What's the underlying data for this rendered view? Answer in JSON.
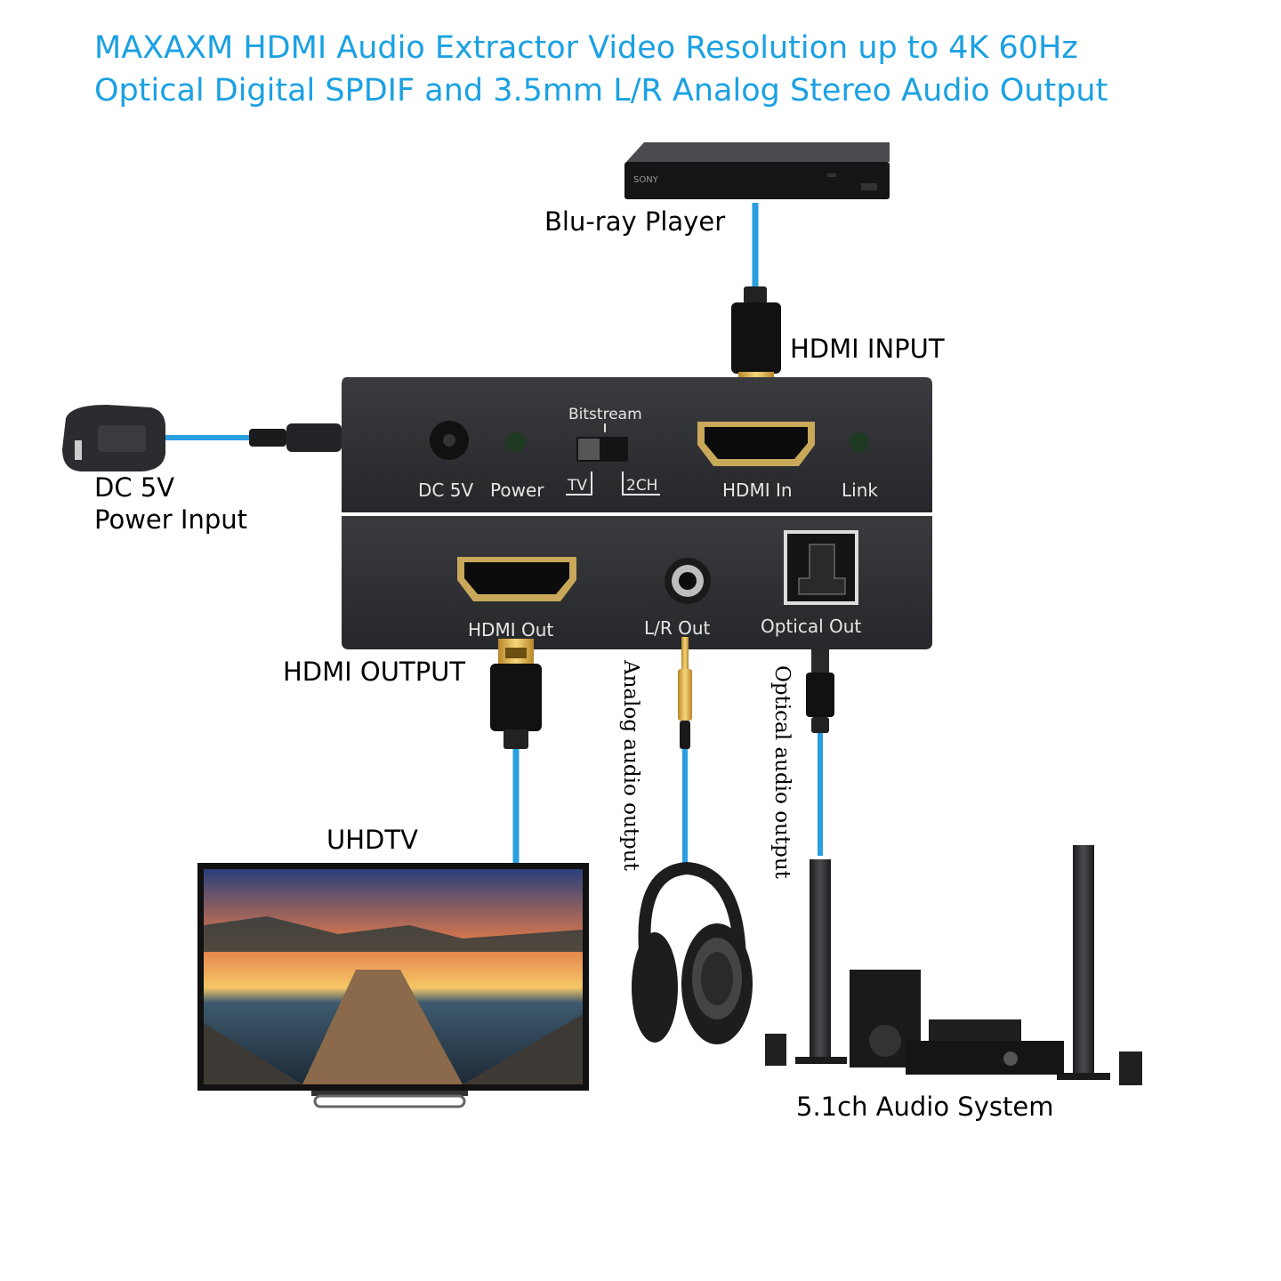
{
  "title": {
    "line1": "MAXAXM HDMI Audio Extractor Video Resolution up to 4K 60Hz",
    "line2": "Optical Digital SPDIF and 3.5mm L/R Analog Stereo Audio Output"
  },
  "labels": {
    "bluray": "Blu-ray Player",
    "bluray_brand": "SONY",
    "hdmi_input": "HDMI INPUT",
    "dc_power_line1": "DC 5V",
    "dc_power_line2": "Power Input",
    "hdmi_output": "HDMI OUTPUT",
    "analog_audio": "Analog audio output",
    "optical_audio": "Optical audio output",
    "uhdtv": "UHDTV",
    "audio_system": "5.1ch Audio System"
  },
  "device_top_panel": {
    "dc5v": "DC 5V",
    "power": "Power",
    "bitstream": "Bitstream",
    "tv": "TV",
    "ch2": "2CH",
    "hdmi_in": "HDMI In",
    "link": "Link"
  },
  "device_bottom_panel": {
    "hdmi_out": "HDMI Out",
    "lr_out": "L/R Out",
    "optical_out": "Optical Out"
  },
  "colors": {
    "accent": "#1ba1e2",
    "cable": "#2a9fe0",
    "device": "#2f3033"
  }
}
